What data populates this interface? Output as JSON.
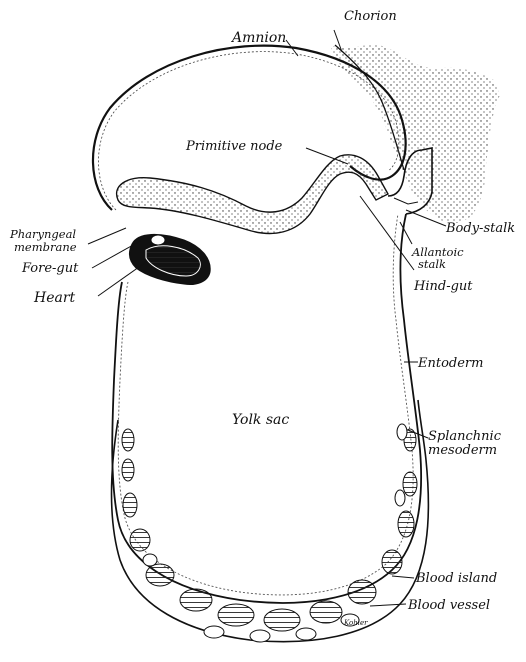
{
  "figure": {
    "labels": {
      "chorion": "Chorion",
      "amnion": "Amnion",
      "primitive_node": "Primitive node",
      "body_stalk": "Body-stalk",
      "pharyngeal_1": "Pharyngeal",
      "pharyngeal_2": "membrane",
      "allantoic_1": "Allantoic",
      "allantoic_2": "stalk",
      "fore_gut": "Fore-gut",
      "hind_gut": "Hind-gut",
      "heart": "Heart",
      "entoderm": "Entoderm",
      "yolk_sac": "Yolk sac",
      "splanchnic_1": "Splanchnic",
      "splanchnic_2": "mesoderm",
      "blood_island": "Blood island",
      "blood_vessel": "Blood vessel"
    },
    "signature": "Kohler"
  }
}
